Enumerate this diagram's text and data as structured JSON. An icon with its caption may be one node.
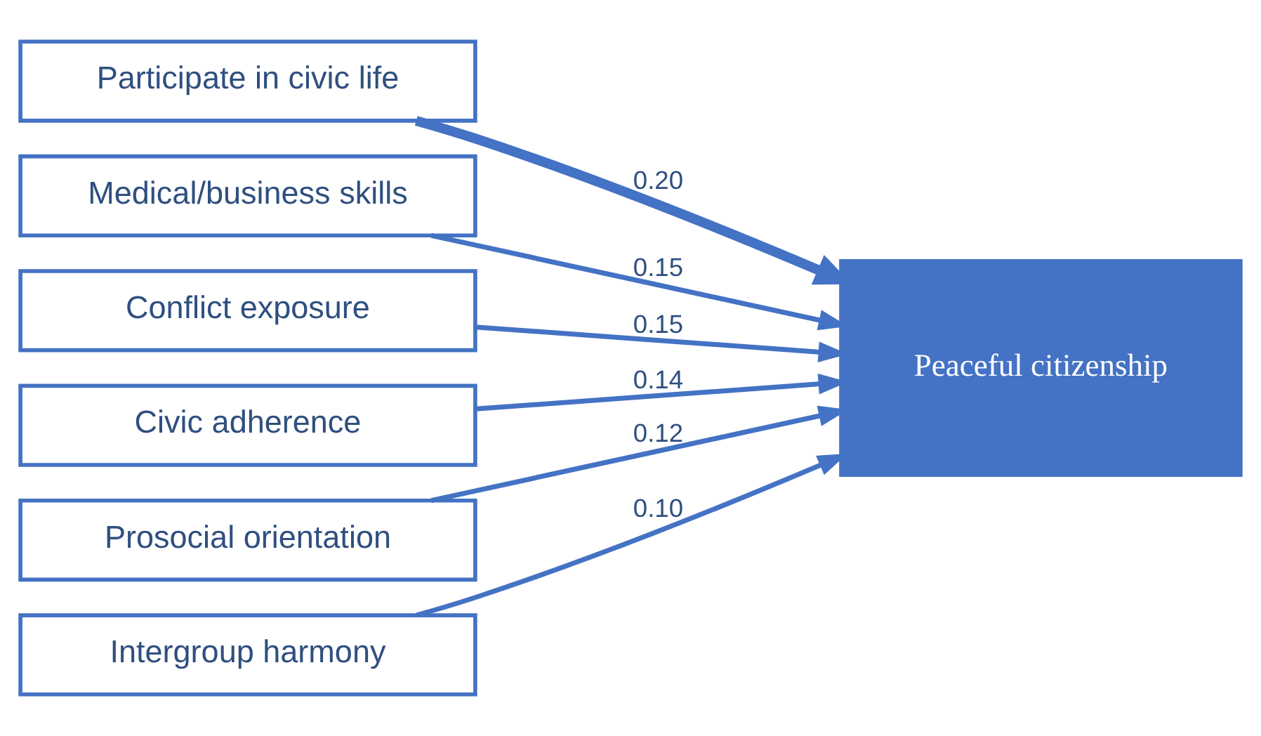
{
  "diagram": {
    "nodes": [
      {
        "text": [
          "Participate in civic life"
        ]
      },
      {
        "text": [
          "Medical/business skills"
        ]
      },
      {
        "text": [
          "Conflict exposure"
        ]
      },
      {
        "text": [
          "Civic adherence"
        ]
      },
      {
        "text": [
          "Prosocial orientation"
        ]
      },
      {
        "text": [
          "Intergroup harmony"
        ]
      },
      {
        "text": [
          "Peaceful citizenship"
        ]
      }
    ],
    "edges": [
      {
        "from": 0,
        "to": 6,
        "arrow": "to",
        "label": "0.20",
        "style": "thick"
      },
      {
        "from": 1,
        "to": 6,
        "arrow": "to",
        "label": "0.15"
      },
      {
        "from": 2,
        "to": 6,
        "arrow": "to",
        "label": "0.15"
      },
      {
        "from": 3,
        "to": 6,
        "arrow": "to",
        "label": "0.14"
      },
      {
        "from": 4,
        "to": 6,
        "arrow": "to",
        "label": "0.12"
      },
      {
        "from": 5,
        "to": 6,
        "arrow": "to",
        "label": "0.10"
      }
    ]
  }
}
